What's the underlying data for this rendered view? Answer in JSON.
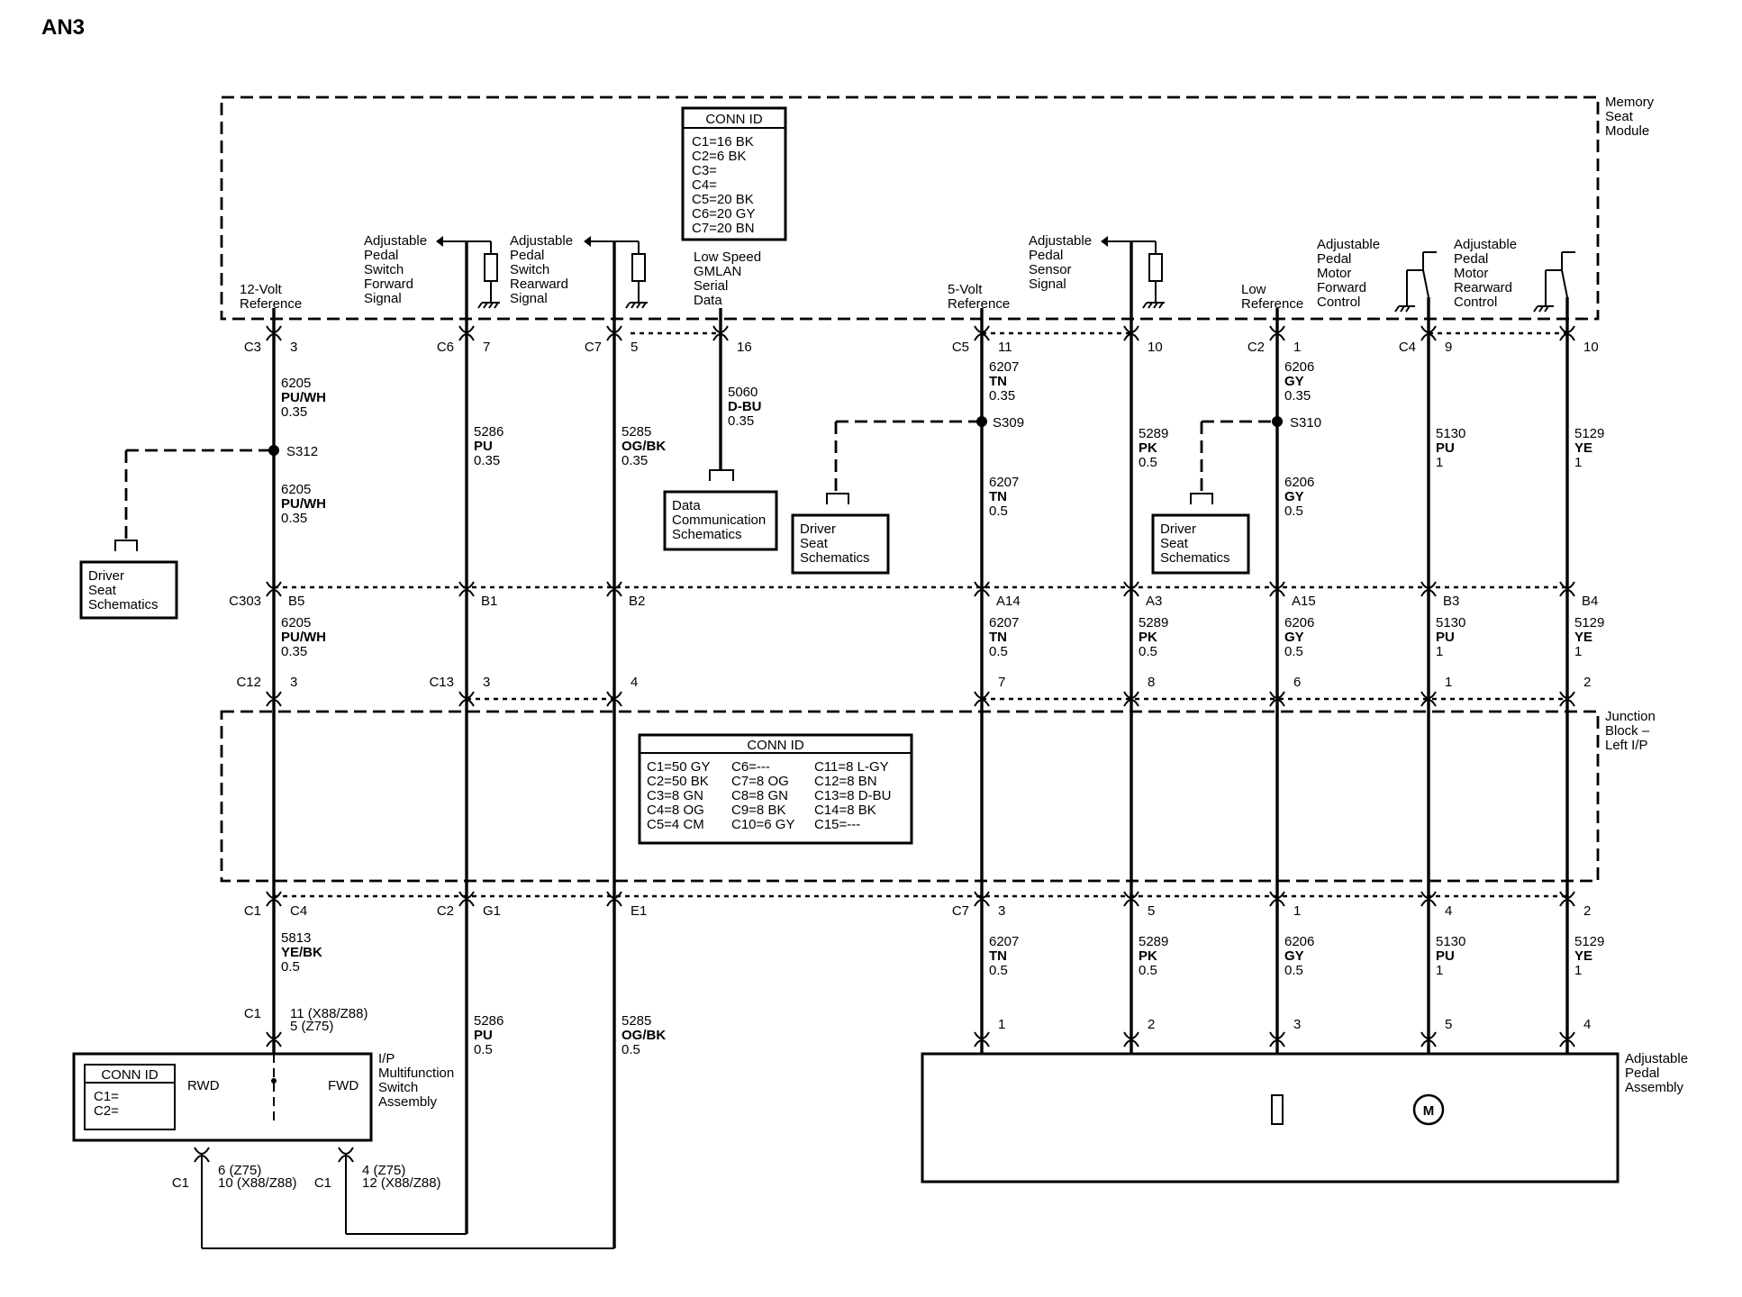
{
  "page_title": "AN3",
  "memory_module": {
    "name": [
      "Memory",
      "Seat",
      "Module"
    ],
    "conn_id": {
      "title": "CONN ID",
      "lines": [
        "C1=16 BK",
        "C2=6 BK",
        "C3=",
        "C4=",
        "C5=20 BK",
        "C6=20 GY",
        "C7=20 BN"
      ]
    },
    "signals": {
      "ref12v": [
        "12-Volt",
        "Reference"
      ],
      "fwd_switch": [
        "Adjustable",
        "Pedal",
        "Switch",
        "Forward",
        "Signal"
      ],
      "rwd_switch": [
        "Adjustable",
        "Pedal",
        "Switch",
        "Rearward",
        "Signal"
      ],
      "gmlan": [
        "Low Speed",
        "GMLAN",
        "Serial",
        "Data"
      ],
      "ref5v": [
        "5-Volt",
        "Reference"
      ],
      "sensor": [
        "Adjustable",
        "Pedal",
        "Sensor",
        "Signal"
      ],
      "lowref": [
        "Low",
        "Reference"
      ],
      "motor_fwd": [
        "Adjustable",
        "Pedal",
        "Motor",
        "Forward",
        "Control"
      ],
      "motor_rwd": [
        "Adjustable",
        "Pedal",
        "Motor",
        "Rearward",
        "Control"
      ]
    }
  },
  "junction_block": {
    "name": [
      "Junction",
      "Block –",
      "Left I/P"
    ],
    "conn_id": {
      "title": "CONN ID",
      "col1": [
        "C1=50 GY",
        "C2=50 BK",
        "C3=8 GN",
        "C4=8 OG",
        "C5=4 CM"
      ],
      "col2": [
        "C6=---",
        "C7=8 OG",
        "C8=8 GN",
        "C9=8 BK",
        "C10=6 GY"
      ],
      "col3": [
        "C11=8 L-GY",
        "C12=8 BN",
        "C13=8 D-BU",
        "C14=8 BK",
        "C15=---"
      ]
    }
  },
  "switch_assembly": {
    "name": [
      "I/P",
      "Multifunction",
      "Switch",
      "Assembly"
    ],
    "conn_id": {
      "title": "CONN ID",
      "lines": [
        "C1=",
        "C2="
      ]
    },
    "rwd": "RWD",
    "fwd": "FWD"
  },
  "pedal_assembly": {
    "name": [
      "Adjustable",
      "Pedal",
      "Assembly"
    ],
    "motor": "M"
  },
  "refs": {
    "driver_seat_1": [
      "Driver",
      "Seat",
      "Schematics"
    ],
    "driver_seat_2": [
      "Driver",
      "Seat",
      "Schematics"
    ],
    "driver_seat_3": [
      "Driver",
      "Seat",
      "Schematics"
    ],
    "data_comm": [
      "Data",
      "Communication",
      "Schematics"
    ]
  },
  "splices": {
    "s312": "S312",
    "s309": "S309",
    "s310": "S310"
  },
  "module_connectors": {
    "w1": [
      "C3",
      "3"
    ],
    "w2": [
      "C6",
      "7"
    ],
    "w3": [
      "C7",
      "5"
    ],
    "w4": [
      "",
      "16"
    ],
    "w5": [
      "C5",
      "11"
    ],
    "w6": [
      "",
      "10"
    ],
    "w7": [
      "C2",
      "1"
    ],
    "w8": [
      "C4",
      "9"
    ],
    "w9": [
      "",
      "10"
    ]
  },
  "c303": {
    "label": "C303",
    "pins": [
      "B5",
      "B1",
      "B2",
      "A14",
      "A3",
      "A15",
      "B3",
      "B4"
    ]
  },
  "jb_top": {
    "w1": [
      "C12",
      "3"
    ],
    "w2": [
      "C13",
      "3"
    ],
    "w3": [
      "",
      "4"
    ],
    "w5": [
      "",
      "7"
    ],
    "w6": [
      "",
      "8"
    ],
    "w7": [
      "",
      "6"
    ],
    "w8": [
      "",
      "1"
    ],
    "w9": [
      "",
      "2"
    ]
  },
  "jb_bottom": {
    "w1": [
      "C1",
      "C4"
    ],
    "w2": [
      "C2",
      "G1"
    ],
    "w3": [
      "",
      "E1"
    ],
    "w5": [
      "C7",
      "3"
    ],
    "w6": [
      "",
      "5"
    ],
    "w7": [
      "",
      "1"
    ],
    "w8": [
      "",
      "4"
    ],
    "w9": [
      "",
      "2"
    ]
  },
  "switch_conn": {
    "top_c": "C1",
    "top_pin": [
      "11 (X88/Z88)",
      "5 (Z75)"
    ],
    "rwd_c": "C1",
    "rwd_pin": [
      "6 (Z75)",
      "10 (X88/Z88)"
    ],
    "fwd_c": "C1",
    "fwd_pin": [
      "4 (Z75)",
      "12 (X88/Z88)"
    ]
  },
  "pedal_pins": [
    "1",
    "2",
    "3",
    "5",
    "4"
  ],
  "wires": {
    "w1a": [
      "6205",
      "PU/WH",
      "0.35"
    ],
    "w1b": [
      "6205",
      "PU/WH",
      "0.35"
    ],
    "w1c": [
      "6205",
      "PU/WH",
      "0.35"
    ],
    "w1d": [
      "5813",
      "YE/BK",
      "0.5"
    ],
    "w2a": [
      "5286",
      "PU",
      "0.35"
    ],
    "w2d": [
      "5286",
      "PU",
      "0.5"
    ],
    "w3a": [
      "5285",
      "OG/BK",
      "0.35"
    ],
    "w3d": [
      "5285",
      "OG/BK",
      "0.5"
    ],
    "w4a": [
      "5060",
      "D-BU",
      "0.35"
    ],
    "w5a": [
      "6207",
      "TN",
      "0.35"
    ],
    "w5b": [
      "6207",
      "TN",
      "0.5"
    ],
    "w5c": [
      "6207",
      "TN",
      "0.5"
    ],
    "w5d": [
      "6207",
      "TN",
      "0.5"
    ],
    "w6a": [
      "5289",
      "PK",
      "0.5"
    ],
    "w6c": [
      "5289",
      "PK",
      "0.5"
    ],
    "w6d": [
      "5289",
      "PK",
      "0.5"
    ],
    "w7a": [
      "6206",
      "GY",
      "0.35"
    ],
    "w7b": [
      "6206",
      "GY",
      "0.5"
    ],
    "w7c": [
      "6206",
      "GY",
      "0.5"
    ],
    "w7d": [
      "6206",
      "GY",
      "0.5"
    ],
    "w8a": [
      "5130",
      "PU",
      "1"
    ],
    "w8c": [
      "5130",
      "PU",
      "1"
    ],
    "w8d": [
      "5130",
      "PU",
      "1"
    ],
    "w9a": [
      "5129",
      "YE",
      "1"
    ],
    "w9c": [
      "5129",
      "YE",
      "1"
    ],
    "w9d": [
      "5129",
      "YE",
      "1"
    ]
  }
}
